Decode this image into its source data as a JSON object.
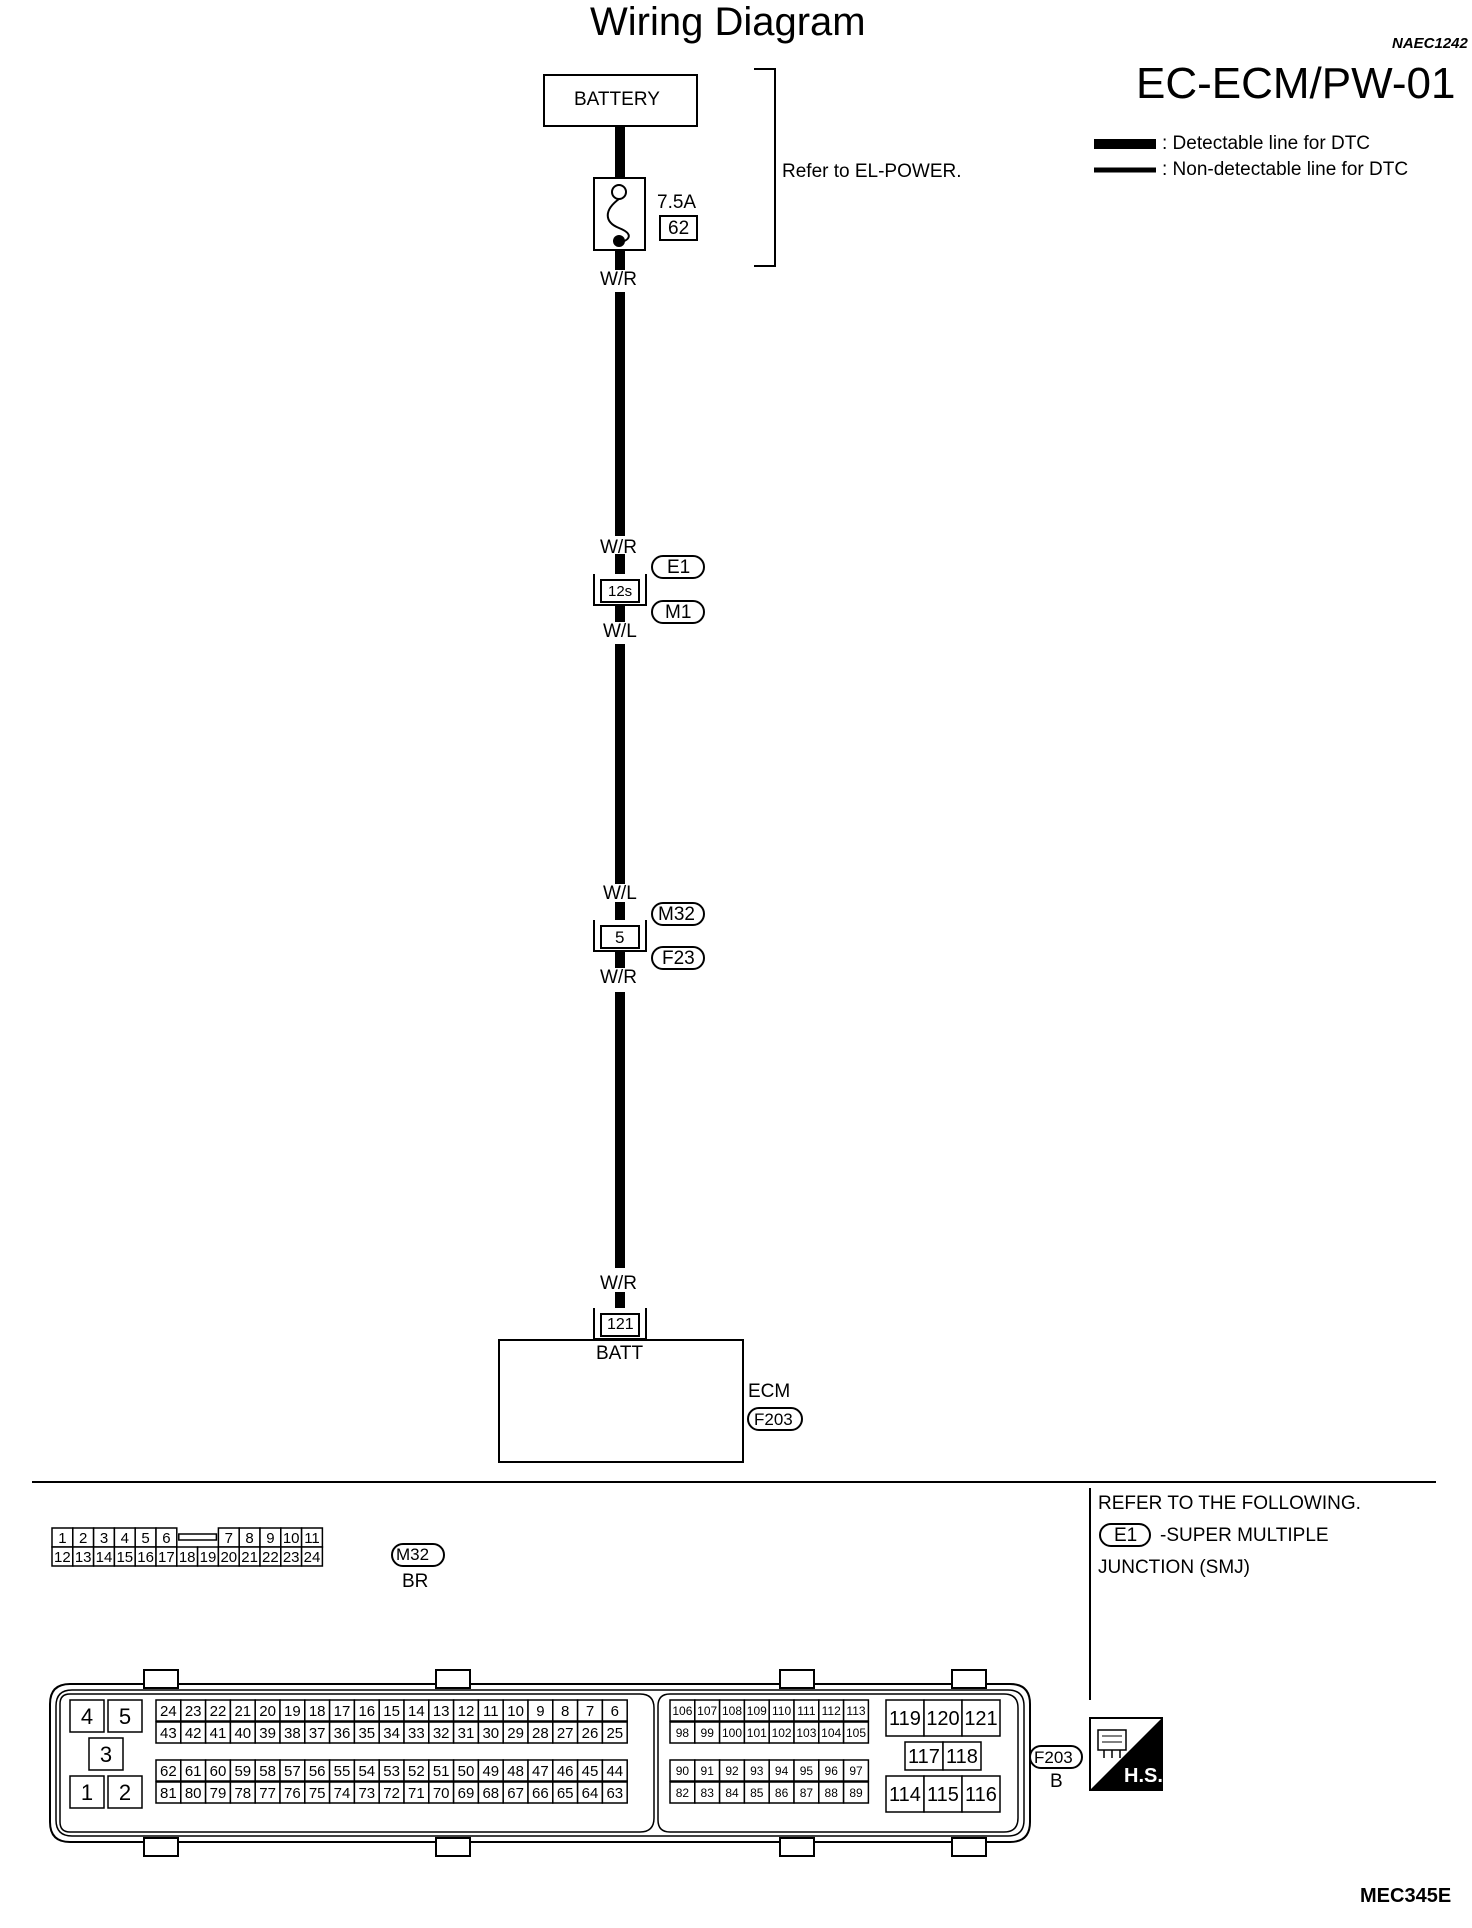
{
  "header": {
    "title": "Wiring Diagram",
    "ref_code": "NAEC1242",
    "diagram_code": "EC-ECM/PW-01"
  },
  "legend": {
    "detectable": ": Detectable line for DTC",
    "non_detectable": ": Non-detectable line for DTC"
  },
  "power": {
    "battery": "BATTERY",
    "fuse_rating": "7.5A",
    "fuse_number": "62",
    "refer_note": "Refer to EL-POWER."
  },
  "wire_colors": {
    "top_out": "W/R",
    "j1_in": "W/R",
    "j1_out": "W/L",
    "j2_in": "W/L",
    "j2_out": "W/R",
    "ecm_in": "W/R"
  },
  "junctions": {
    "j1_pin": "12s",
    "j1_upper": "E1",
    "j1_lower": "M1",
    "j2_pin": "5",
    "j2_upper": "M32",
    "j2_lower": "F23"
  },
  "ecm": {
    "pin": "121",
    "terminal": "BATT",
    "label": "ECM",
    "connector": "F203"
  },
  "footer_refs": {
    "line1": "REFER TO THE FOLLOWING.",
    "smj_tag": "E1",
    "smj_text": "-SUPER MULTIPLE",
    "line3": "JUNCTION (SMJ)"
  },
  "connector_m32": {
    "id": "M32",
    "color": "BR",
    "row1": [
      "1",
      "2",
      "3",
      "4",
      "5",
      "6",
      "",
      "7",
      "8",
      "9",
      "10",
      "11"
    ],
    "row2": [
      "12",
      "13",
      "14",
      "15",
      "16",
      "17",
      "18",
      "19",
      "20",
      "21",
      "22",
      "23",
      "24"
    ]
  },
  "connector_f203": {
    "id": "F203",
    "color": "B",
    "left_block": [
      "4",
      "5",
      "3",
      "1",
      "2"
    ],
    "bank_a": [
      [
        "24",
        "23",
        "22",
        "21",
        "20",
        "19",
        "18",
        "17",
        "16",
        "15",
        "14",
        "13",
        "12",
        "11",
        "10",
        "9",
        "8",
        "7",
        "6"
      ],
      [
        "43",
        "42",
        "41",
        "40",
        "39",
        "38",
        "37",
        "36",
        "35",
        "34",
        "33",
        "32",
        "31",
        "30",
        "29",
        "28",
        "27",
        "26",
        "25"
      ],
      [
        "62",
        "61",
        "60",
        "59",
        "58",
        "57",
        "56",
        "55",
        "54",
        "53",
        "52",
        "51",
        "50",
        "49",
        "48",
        "47",
        "46",
        "45",
        "44"
      ],
      [
        "81",
        "80",
        "79",
        "78",
        "77",
        "76",
        "75",
        "74",
        "73",
        "72",
        "71",
        "70",
        "69",
        "68",
        "67",
        "66",
        "65",
        "64",
        "63"
      ]
    ],
    "bank_b": [
      [
        "106",
        "107",
        "108",
        "109",
        "110",
        "111",
        "112",
        "113"
      ],
      [
        "98",
        "99",
        "100",
        "101",
        "102",
        "103",
        "104",
        "105"
      ],
      [
        "90",
        "91",
        "92",
        "93",
        "94",
        "95",
        "96",
        "97"
      ],
      [
        "82",
        "83",
        "84",
        "85",
        "86",
        "87",
        "88",
        "89"
      ]
    ],
    "big_top": [
      "119",
      "120",
      "121"
    ],
    "big_mid": [
      "117",
      "118"
    ],
    "big_bot": [
      "114",
      "115",
      "116"
    ]
  },
  "hs_badge": "H.S.",
  "figure_code": "MEC345E"
}
